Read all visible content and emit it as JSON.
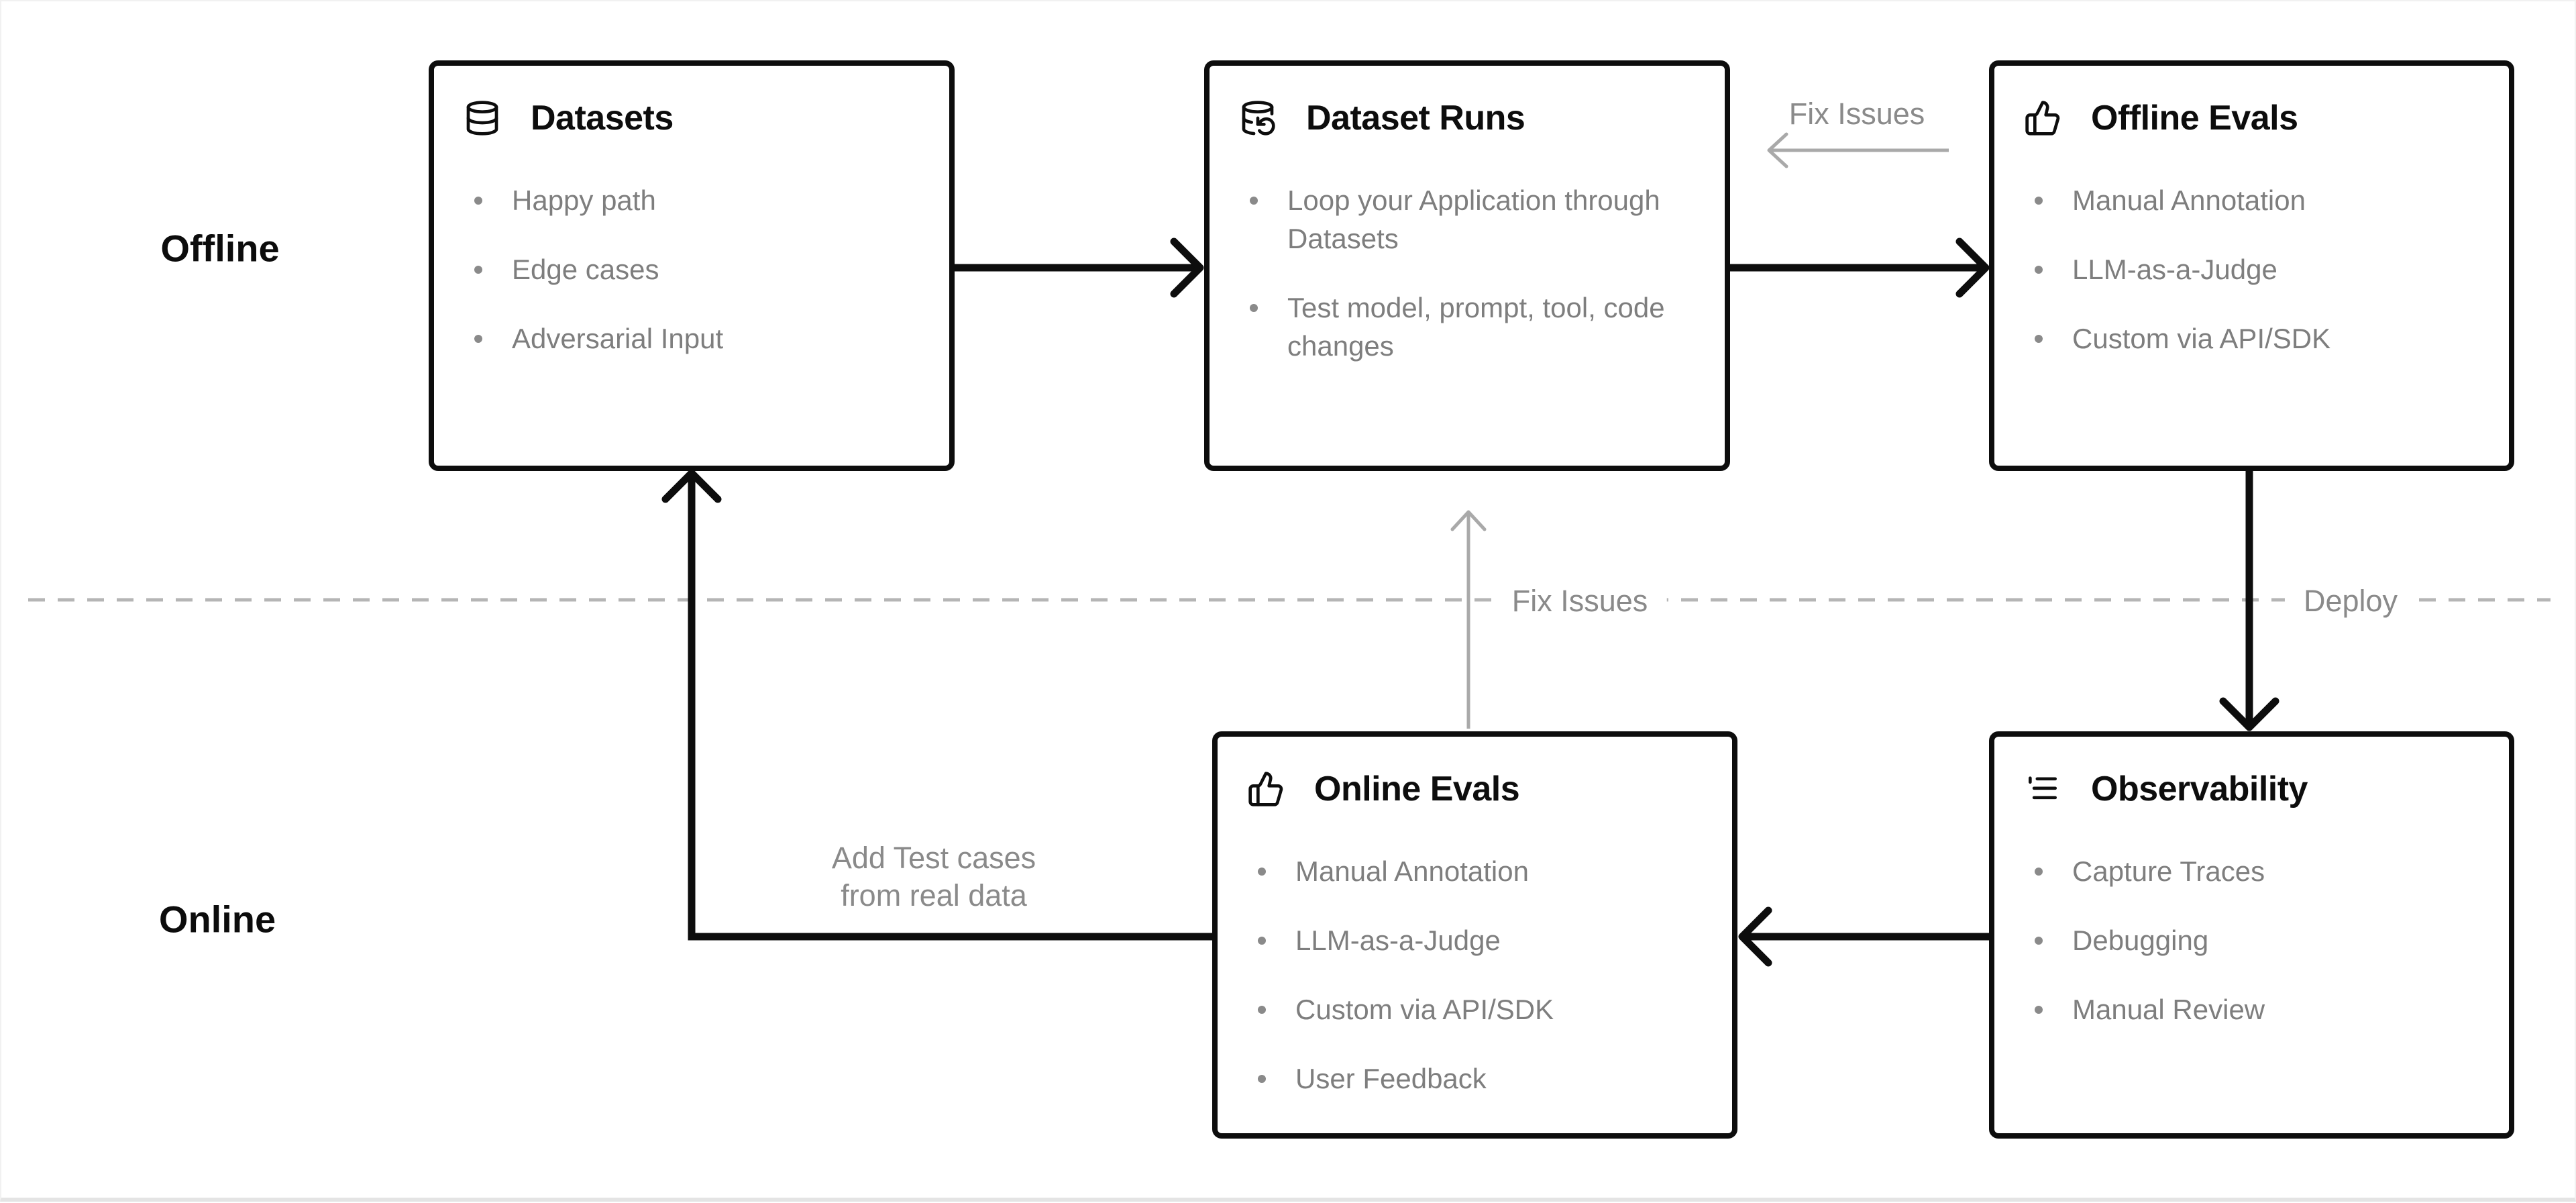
{
  "sections": {
    "offline_label": "Offline",
    "online_label": "Online"
  },
  "cards": [
    {
      "id": "datasets",
      "icon": "database-icon",
      "title": "Datasets",
      "items": [
        "Happy path",
        "Edge cases",
        "Adversarial Input"
      ]
    },
    {
      "id": "dataset-runs",
      "icon": "database-backup-icon",
      "title": "Dataset Runs",
      "items": [
        "Loop your Application through Datasets",
        "Test model, prompt, tool, code changes"
      ]
    },
    {
      "id": "offline-evals",
      "icon": "thumbs-up-icon",
      "title": "Offline Evals",
      "items": [
        "Manual Annotation",
        "LLM-as-a-Judge",
        "Custom via API/SDK"
      ]
    },
    {
      "id": "online-evals",
      "icon": "thumbs-up-icon",
      "title": "Online Evals",
      "items": [
        "Manual Annotation",
        "LLM-as-a-Judge",
        "Custom via API/SDK",
        "User Feedback"
      ]
    },
    {
      "id": "observability",
      "icon": "logs-icon",
      "title": "Observability",
      "items": [
        "Capture Traces",
        "Debugging",
        "Manual Review"
      ]
    }
  ],
  "edge_labels": {
    "fix_issues_top": "Fix Issues",
    "fix_issues_mid": "Fix Issues",
    "deploy": "Deploy",
    "add_test_cases": "Add Test cases from real data"
  },
  "colors": {
    "box_border": "#0d0d0d",
    "black_arrow": "#0d0d0d",
    "title_text": "#0d0d0d",
    "bullet_text": "#7e7e7e",
    "gray_label": "#8a8a8a",
    "gray_arrow": "#a9a9a9",
    "dashed_line": "#b5b5b5",
    "background": "#ffffff"
  }
}
